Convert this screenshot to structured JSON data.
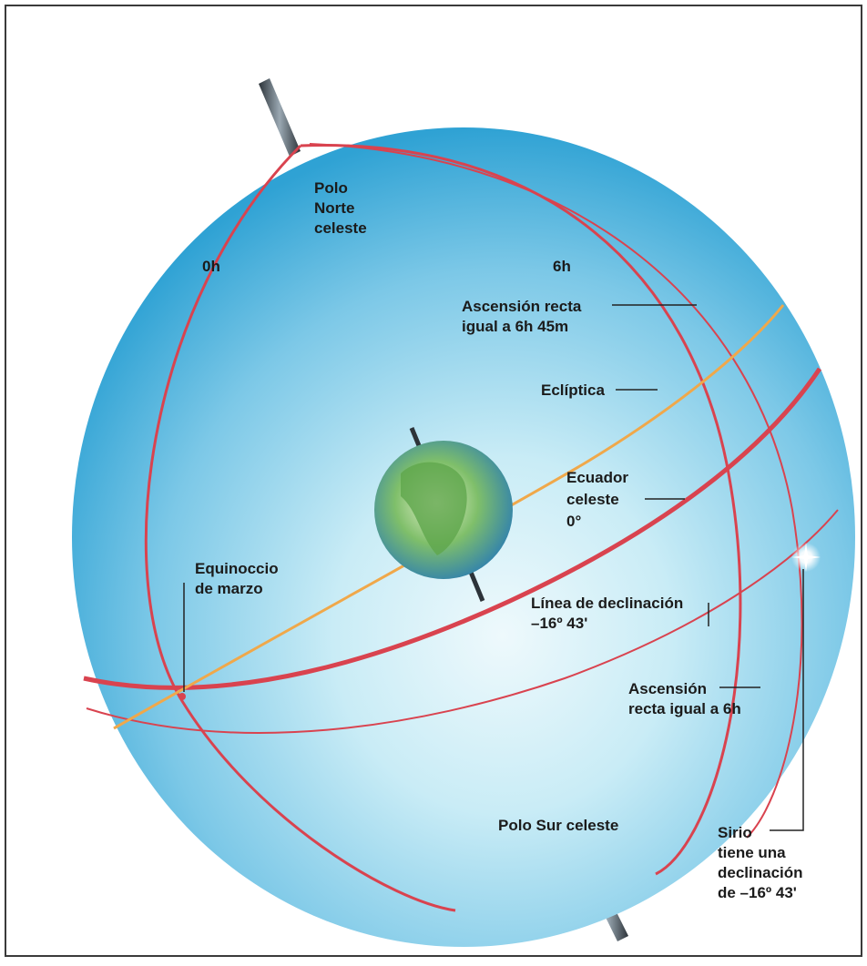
{
  "labels": {
    "north_pole": [
      "Polo",
      "Norte",
      "celeste"
    ],
    "hour_0": "0h",
    "hour_6": "6h",
    "ra_645": [
      "Ascensión recta",
      "igual a 6h 45m"
    ],
    "ecliptic": "Eclíptica",
    "equator": [
      "Ecuador",
      "celeste",
      "0°"
    ],
    "equinox": [
      "Equinoccio",
      "de marzo"
    ],
    "declination_line": [
      "Línea de declinación",
      "–16º 43'"
    ],
    "ra_6": [
      "Ascensión",
      "recta igual a 6h"
    ],
    "south_pole": "Polo Sur celeste",
    "sirius": [
      "Sirio",
      "tiene una",
      "declinación",
      "de –16º 43'"
    ]
  },
  "colors": {
    "sphere_light": "#e9f6fa",
    "sphere_mid": "#8dd2ea",
    "sphere_dark": "#2fa4d6",
    "great_circle": "#d9434f",
    "ecliptic": "#f0a84a",
    "border": "#3a3a3a",
    "axis": "#5a6670"
  }
}
